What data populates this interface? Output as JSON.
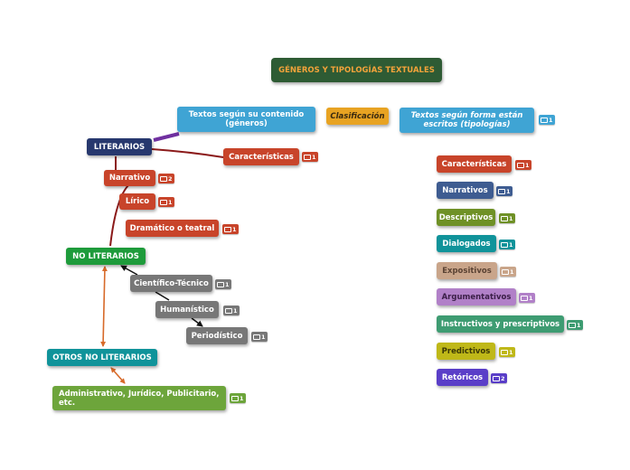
{
  "colors": {
    "title": "#2e5b34",
    "title_text": "#f3a33a",
    "blue_light": "#3fa4d4",
    "gold": "#e8a322",
    "navy": "#27386e",
    "red": "#c8442a",
    "green": "#1e9b3b",
    "gray": "#777777",
    "teal": "#10939a",
    "olive_green": "#6da53b",
    "steel_blue": "#3e5c91",
    "olive": "#6f9126",
    "tan": "#c9a58a",
    "purple_light": "#b180c8",
    "sea_green": "#3e9c72",
    "yellow": "#bfb818",
    "violet": "#5a3ec8",
    "connector_red": "#8b1a1a",
    "connector_purple": "#7030a0",
    "connector_orange": "#d76a2a",
    "connector_black": "#111111"
  },
  "nodes": {
    "title": "GÉNEROS Y TIPOLOGÍAS TEXTUALES",
    "contenido": "Textos según su contenido (géneros)",
    "clasificacion": "Clasificación",
    "forma": "Textos según  forma  están escritos (tipologías)",
    "literarios": "LITERARIOS",
    "caracteristicas_left": "Características",
    "narrativo": "Narrativo",
    "lirico": "Lírico",
    "dramatico": "Dramático o teatral",
    "no_literarios": "NO LITERARIOS",
    "cientifico": "Científico-Técnico",
    "humanistico": "Humanístico",
    "periodistico": "Periodístico",
    "otros": "OTROS NO LITERARIOS",
    "administrativo": "Administrativo, Jurídico, Publicitario, etc.",
    "caracteristicas_right": "Características",
    "narrativos": "Narrativos",
    "descriptivos": "Descriptivos",
    "dialogados": "Dialogados",
    "expositivos": "Expositivos",
    "argumentativos": "Argumentativos",
    "instructivos": "Instructivos y prescriptivos",
    "predictivos": "Predictivos",
    "retoricos": "Retóricos"
  },
  "comment_counts": {
    "forma": "1",
    "caracteristicas_left": "1",
    "narrativo": "2",
    "lirico": "1",
    "dramatico": "1",
    "cientifico": "1",
    "humanistico": "1",
    "periodistico": "1",
    "administrativo": "1",
    "caracteristicas_right": "1",
    "narrativos": "1",
    "descriptivos": "1",
    "dialogados": "1",
    "expositivos": "1",
    "argumentativos": "1",
    "instructivos": "1",
    "predictivos": "1",
    "retoricos": "2"
  }
}
